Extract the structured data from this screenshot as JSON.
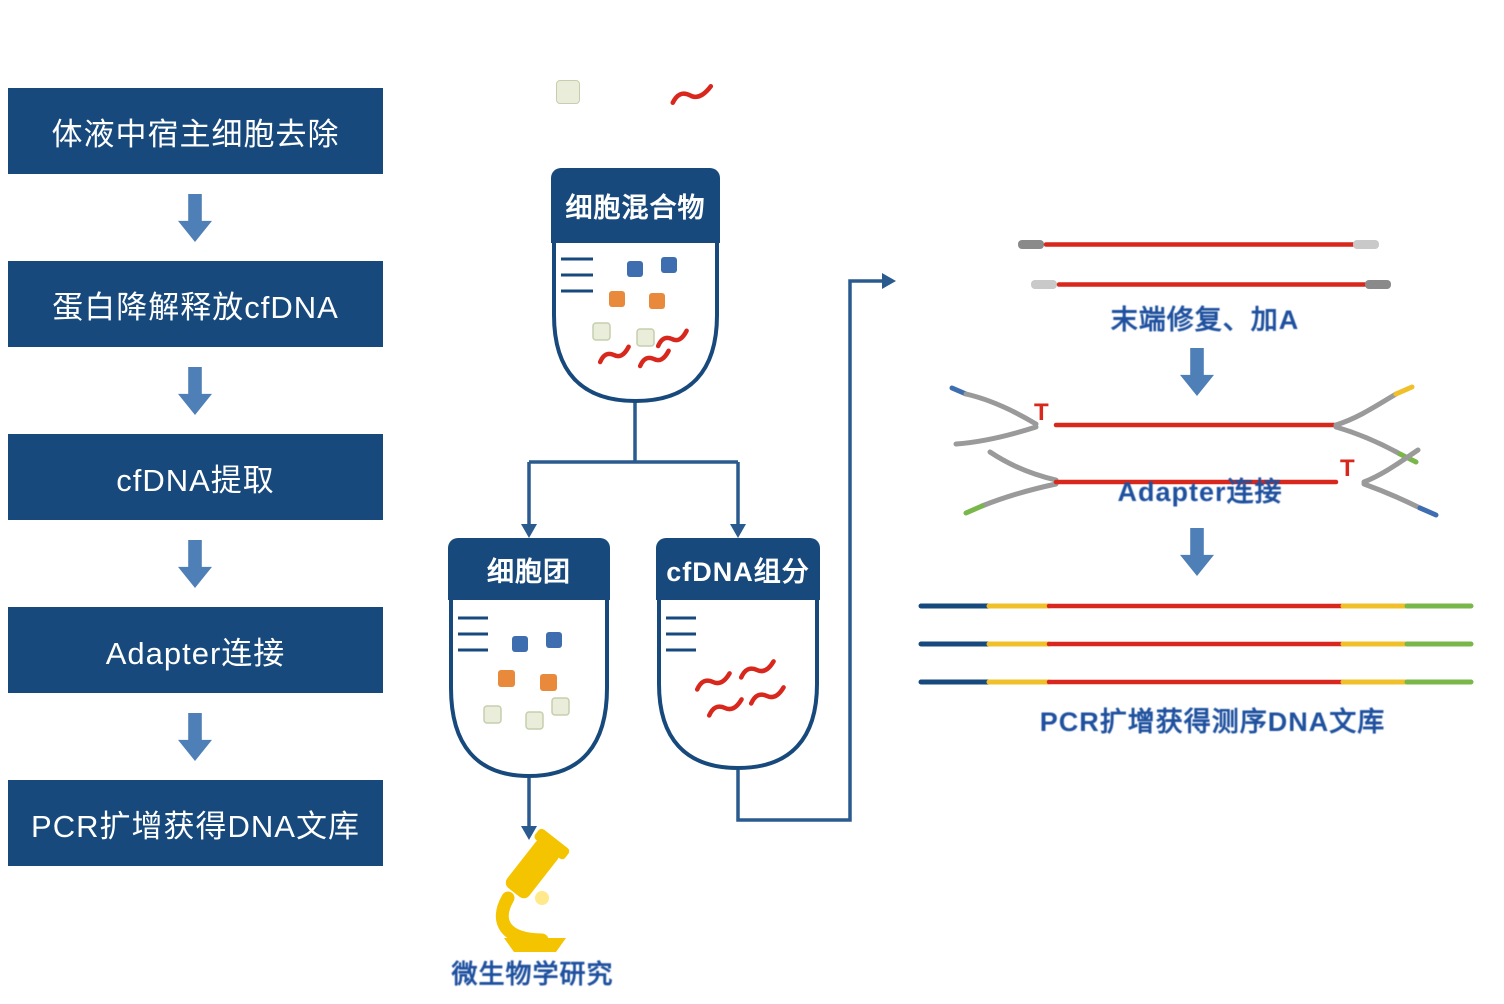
{
  "colors": {
    "navy": "#17497c",
    "steel": "#4f7fb7",
    "red": "#d8271c",
    "gold": "#f5c400",
    "yellow": "#f0c02a",
    "green": "#79b74a",
    "blue": "#3f6eb0",
    "orange": "#e8893c",
    "pale": "#e9edda",
    "gray": "#9a9a9a",
    "lgray": "#c9c9c9",
    "label": "#1f519f"
  },
  "left_flow": {
    "steps": [
      {
        "label": "体液中宿主细胞去除"
      },
      {
        "label": "蛋白降解释放cfDNA"
      },
      {
        "label": "cfDNA提取"
      },
      {
        "label": "Adapter连接"
      },
      {
        "label": "PCR扩增获得DNA文库"
      }
    ]
  },
  "center": {
    "mixture_label": "细胞混合物",
    "pellet_label": "细胞团",
    "cfdna_label": "cfDNA组分",
    "microscope_caption": "微生物学研究"
  },
  "right_flow": {
    "end_repair_label": "末端修复、加A",
    "adapter_label": "Adapter连接",
    "pcr_label": "PCR扩增获得测序DNA文库",
    "t_left": "T",
    "t_right": "T"
  }
}
